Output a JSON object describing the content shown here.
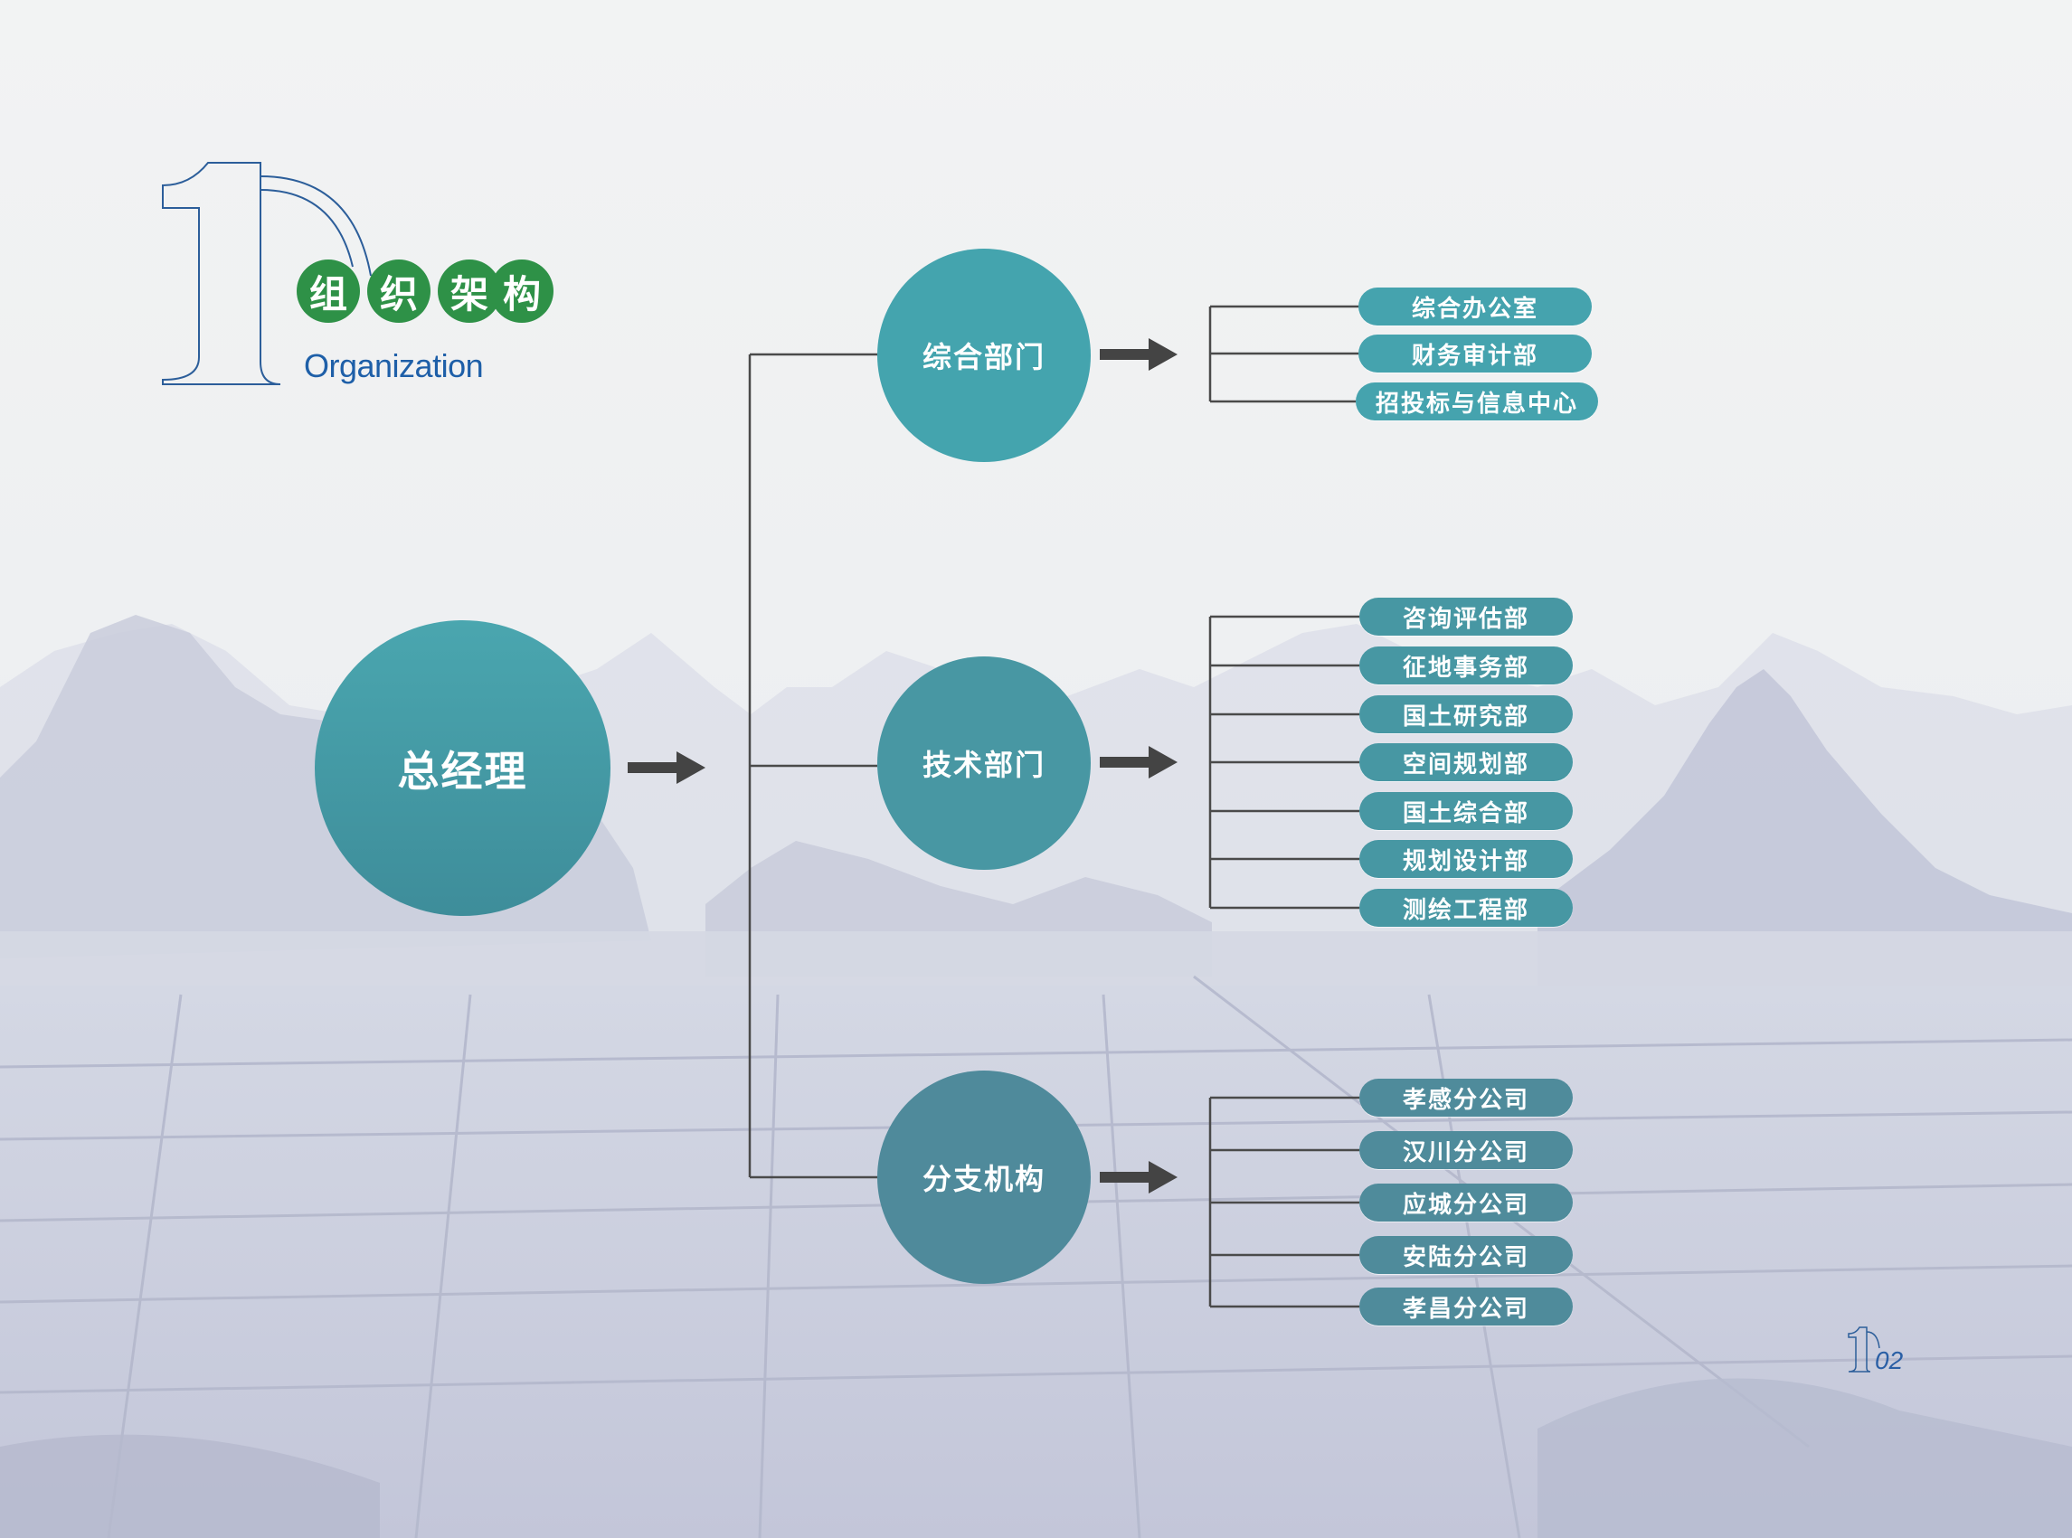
{
  "header": {
    "title_chars": [
      "组",
      "织",
      "架",
      "构"
    ],
    "subtitle": "Organization"
  },
  "root": {
    "label": "总经理"
  },
  "departments": [
    {
      "label": "综合部门",
      "children": [
        "综合办公室",
        "财务审计部",
        "招投标与信息中心"
      ]
    },
    {
      "label": "技术部门",
      "children": [
        "咨询评估部",
        "征地事务部",
        "国土研究部",
        "空间规划部",
        "国土综合部",
        "规划设计部",
        "测绘工程部"
      ]
    },
    {
      "label": "分支机构",
      "children": [
        "孝感分公司",
        "汉川分公司",
        "应城分公司",
        "安陆分公司",
        "孝昌分公司"
      ]
    }
  ],
  "page": {
    "number": "02"
  },
  "colors": {
    "teal": "#44a4ae",
    "title_green": "#2e9147",
    "subtitle_blue": "#1e5fa8",
    "connector": "#4a4a4a"
  }
}
